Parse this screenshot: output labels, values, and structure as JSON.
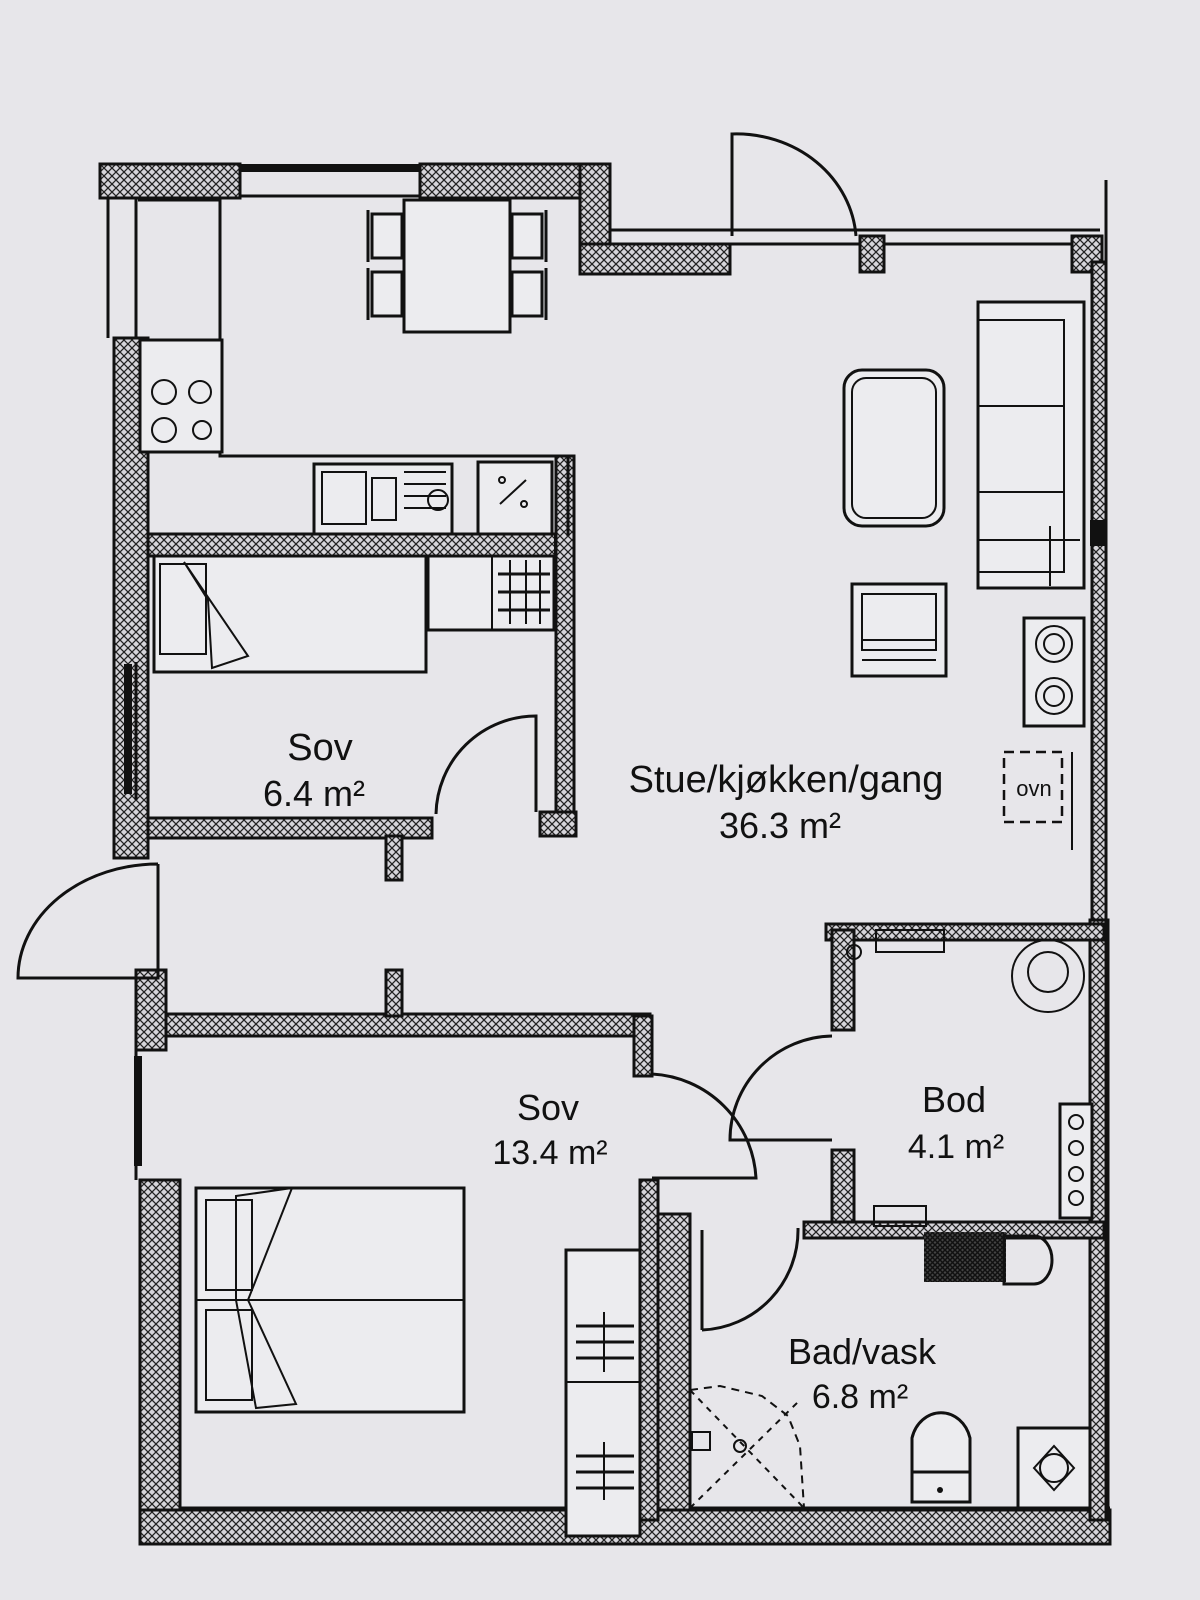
{
  "colors": {
    "paper": "#e7e6ea",
    "ink": "#111111"
  },
  "rooms": {
    "living": {
      "name": "Stue/kjøkken/gang",
      "area": "36.3 m²"
    },
    "bedroom_small": {
      "name": "Sov",
      "area": "6.4 m²"
    },
    "bedroom_large": {
      "name": "Sov",
      "area": "13.4 m²"
    },
    "storage": {
      "name": "Bod",
      "area": "4.1 m²"
    },
    "bathroom": {
      "name": "Bad/vask",
      "area": "6.8 m²"
    }
  },
  "fixtures": {
    "oven_label": "ovn"
  }
}
